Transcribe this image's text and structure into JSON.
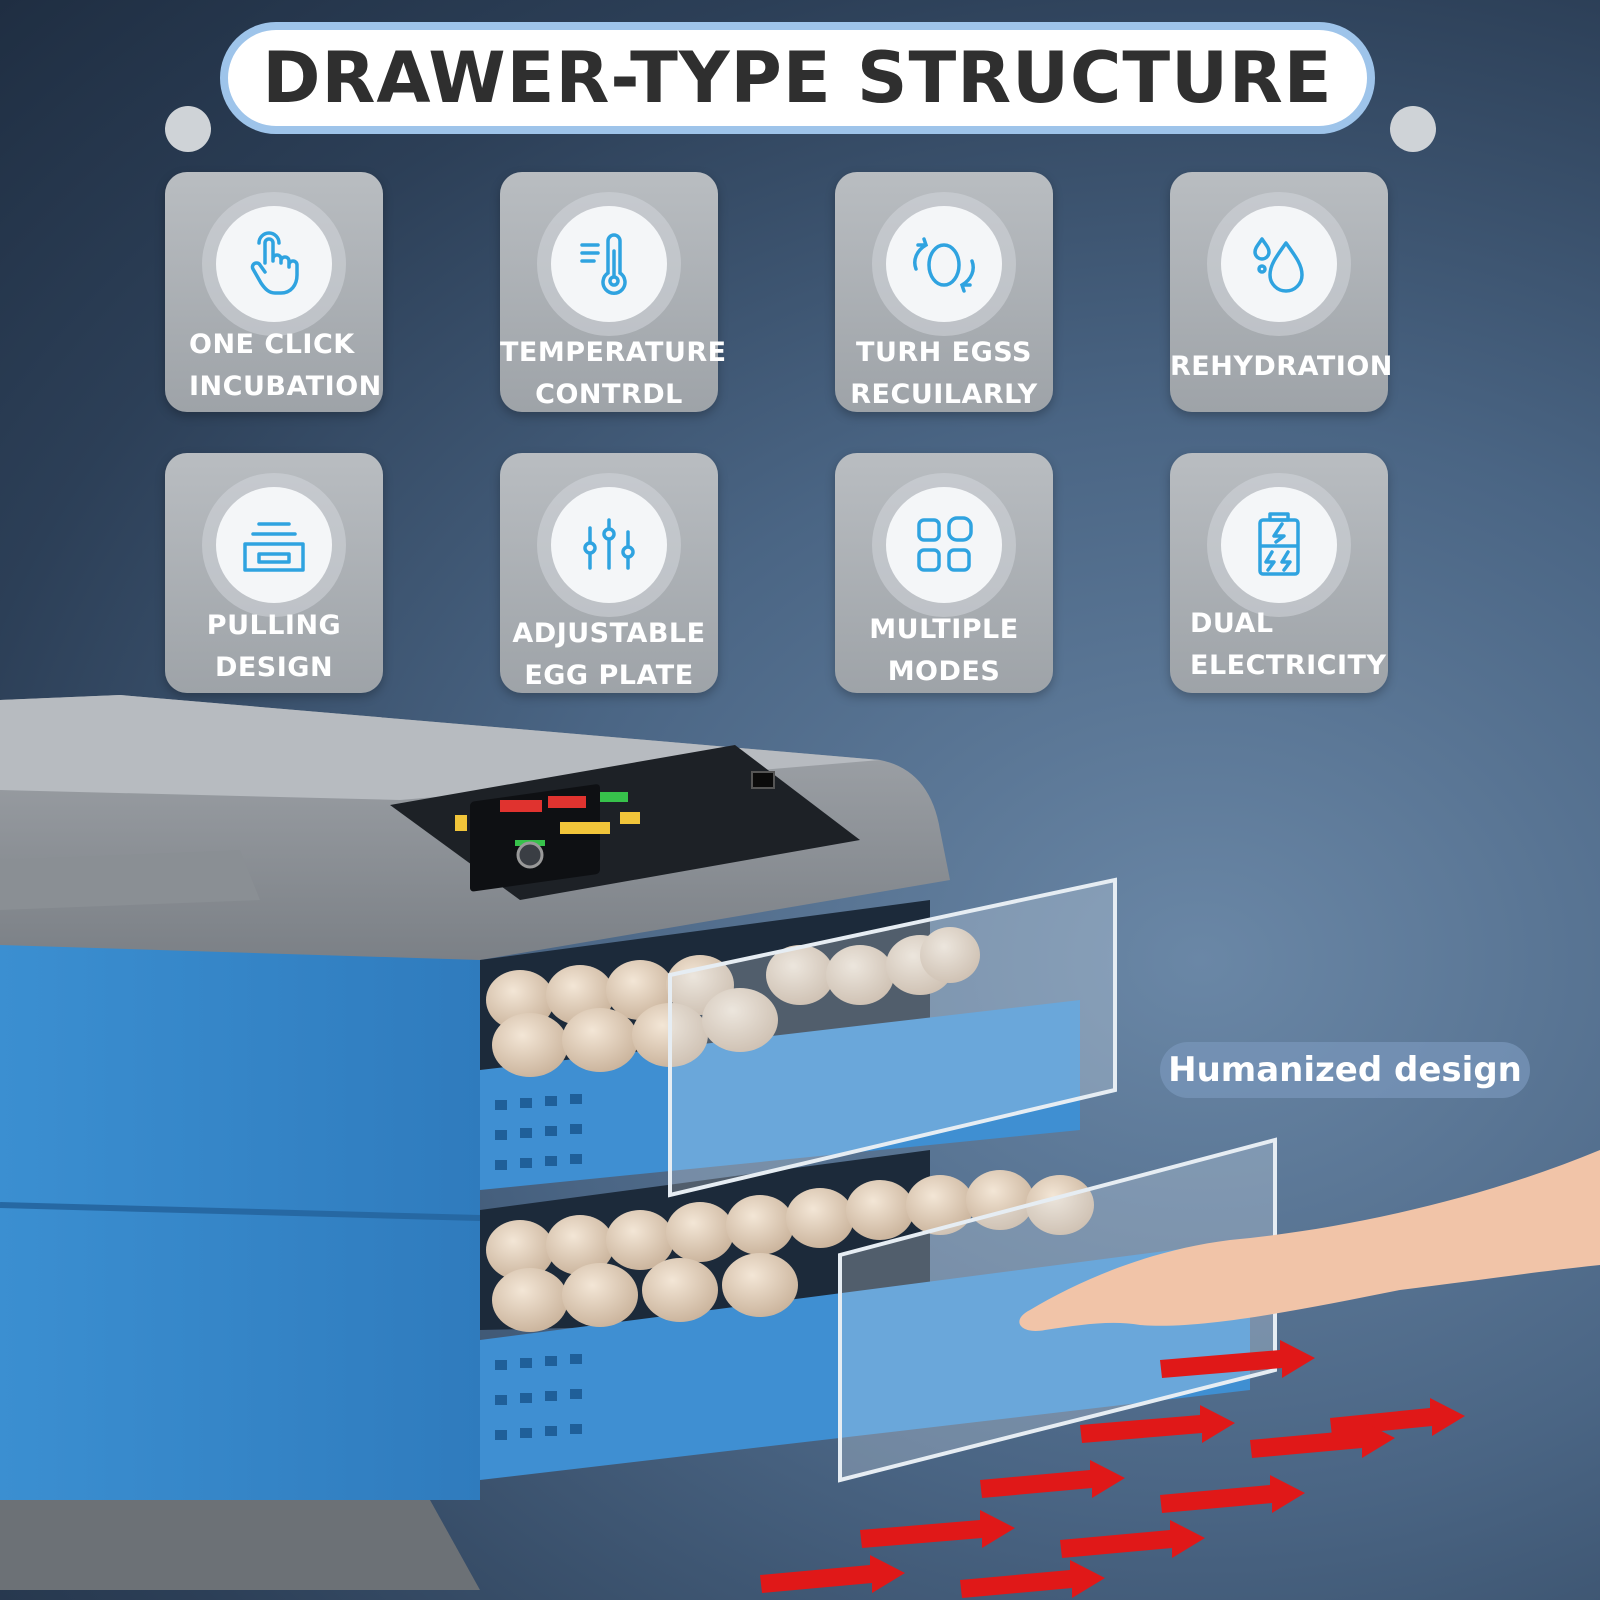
{
  "title": "DRAWER-TYPE STRUCTURE",
  "features": [
    {
      "label": "ONE CLICK\nINCUBATION",
      "icon": "tap-hand-icon"
    },
    {
      "label": "TEMPERATURE\nCONTRDL",
      "icon": "thermometer-icon"
    },
    {
      "label": "TURH EGSS\nRECUILARLY",
      "icon": "rotate-egg-icon"
    },
    {
      "label": "REHYDRATION",
      "icon": "water-drop-icon"
    },
    {
      "label": "PULLING\nDESIGN",
      "icon": "drawer-icon"
    },
    {
      "label": "ADJUSTABLE\nEGG PLATE",
      "icon": "sliders-icon"
    },
    {
      "label": "MULTIPLE\nMODES",
      "icon": "grid-icon"
    },
    {
      "label": "DUAL\nELECTRICITY",
      "icon": "battery-icon"
    }
  ],
  "callout": "Humanized design",
  "colors": {
    "accent": "#2fa3e0",
    "body_blue": "#3a8fd0",
    "arrow_red": "#e01818"
  }
}
